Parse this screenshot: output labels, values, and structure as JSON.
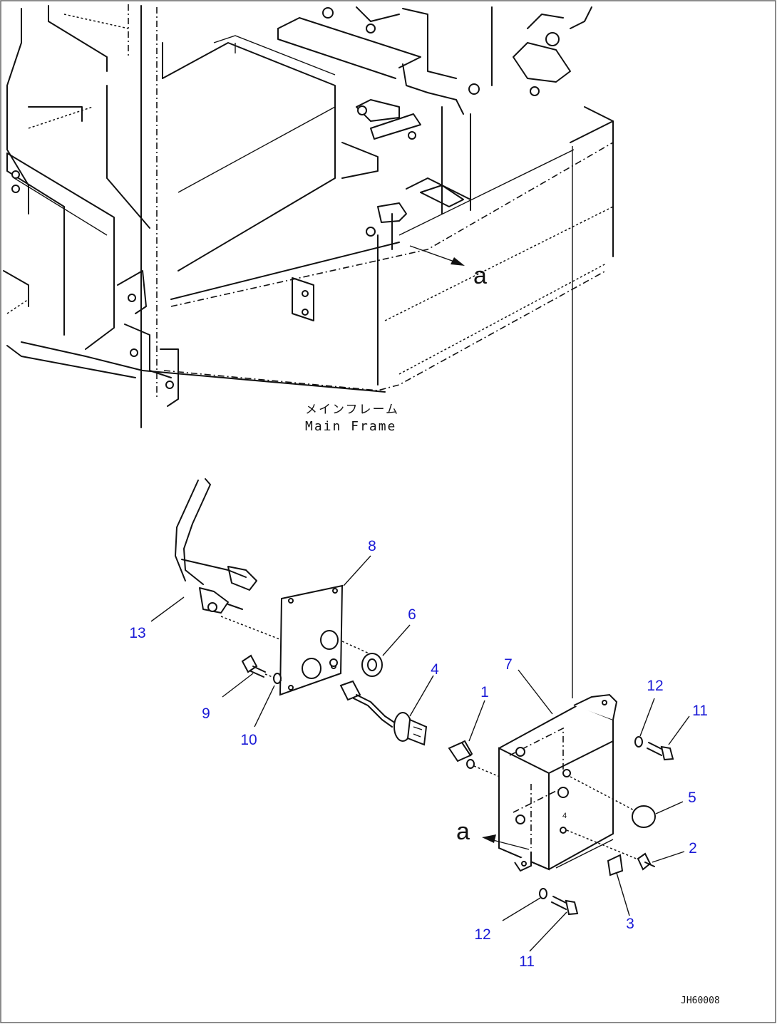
{
  "labels": {
    "frame_jp": "メインフレーム",
    "frame_en": "Main Frame",
    "view_mark_top": "a",
    "view_mark_bottom": "a",
    "drawing_code": "JH60008"
  },
  "callouts": [
    {
      "id": "c1",
      "text": "1"
    },
    {
      "id": "c2",
      "text": "2"
    },
    {
      "id": "c3",
      "text": "3"
    },
    {
      "id": "c4",
      "text": "4"
    },
    {
      "id": "c5",
      "text": "5"
    },
    {
      "id": "c6",
      "text": "6"
    },
    {
      "id": "c7",
      "text": "7"
    },
    {
      "id": "c8",
      "text": "8"
    },
    {
      "id": "c9",
      "text": "9"
    },
    {
      "id": "c10",
      "text": "10"
    },
    {
      "id": "c11a",
      "text": "11"
    },
    {
      "id": "c11b",
      "text": "11"
    },
    {
      "id": "c12a",
      "text": "12"
    },
    {
      "id": "c12b",
      "text": "12"
    },
    {
      "id": "c13",
      "text": "13"
    }
  ],
  "colors": {
    "callout": "#1a1ad6",
    "line": "#111111"
  }
}
